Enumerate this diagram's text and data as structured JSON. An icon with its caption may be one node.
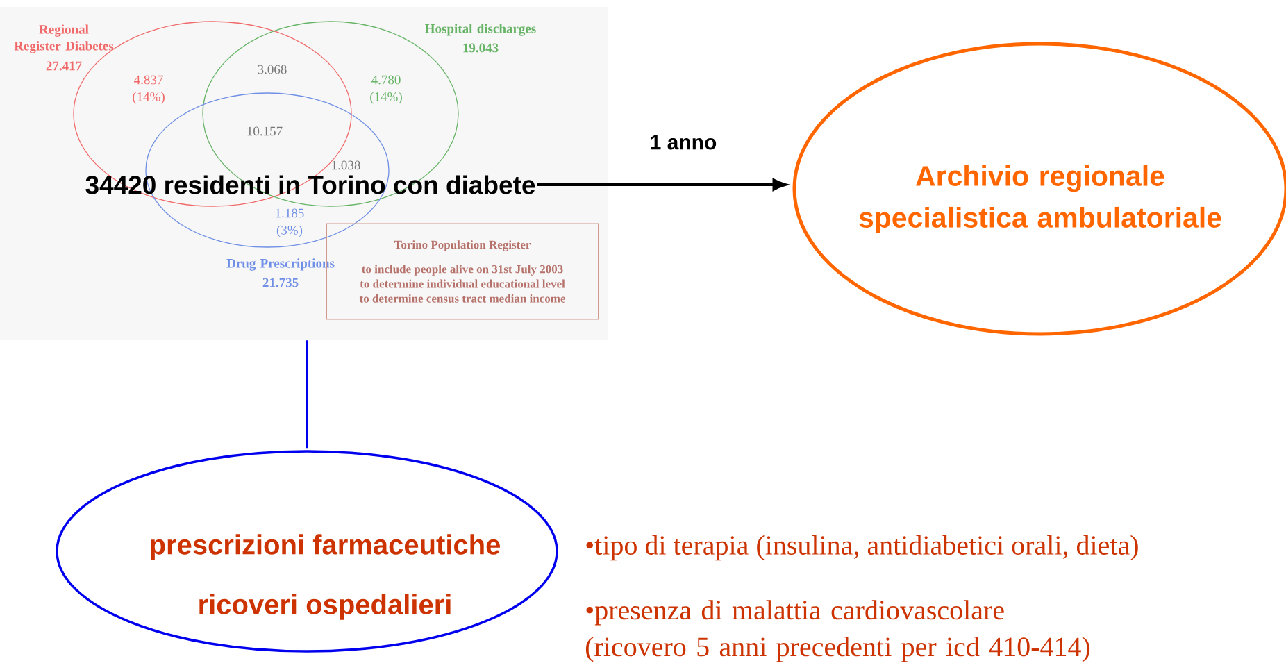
{
  "diagram": {
    "nodes": [
      {
        "text": [],
        "shape": "box"
      },
      {
        "text": [
          "Regional Register Diabetes",
          "27.417"
        ],
        "in": 0
      },
      {
        "text": [
          "Hospital discharges",
          "19.043"
        ],
        "in": 0
      },
      {
        "text": [
          "Drug Prescriptions",
          "21.735"
        ],
        "in": 0
      },
      {
        "text": [
          "34420 residenti in Torino con diabete"
        ],
        "in": 0
      },
      {
        "text": [
          "Torino Population Register",
          "to include people alive on 31st July 2003",
          "to determine individual educational level",
          "to determine census tract median income"
        ],
        "in": 0
      },
      {
        "text": [
          "Archivio regionale specialistica ambulatoriale"
        ]
      },
      {
        "text": [
          "prescrizioni farmaceutiche",
          "ricoveri ospedalieri"
        ]
      }
    ],
    "edges": [
      {
        "from": 4,
        "to": 6,
        "arrow": "to",
        "label": "1 anno"
      },
      {
        "from": 0,
        "to": 7,
        "arrow": "none",
        "color": "#0000ee"
      }
    ],
    "labels": [
      "4.837",
      "(14%)",
      "3.068",
      "4.780",
      "(14%)",
      "10.157",
      "1.038",
      "1.185",
      "(3%)",
      "•tipo di terapia (insulina, antidiabetici orali, dieta)",
      "•presenza di malattia cardiovascolare (ricovero 5 anni precedenti per icd 410-414)"
    ]
  }
}
